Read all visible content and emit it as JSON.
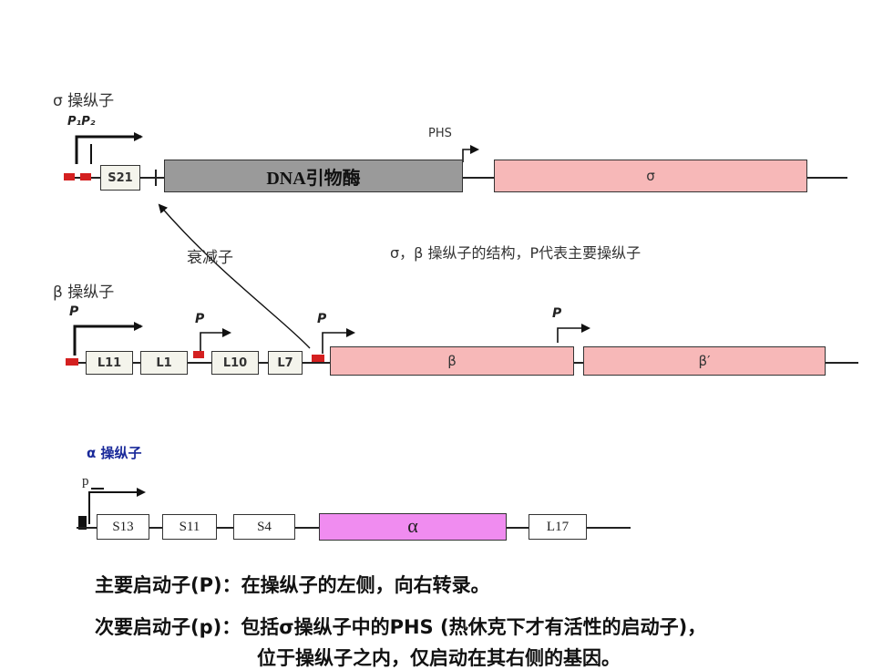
{
  "sigma": {
    "title": "σ 操纵子",
    "promoter_label": "P₁P₂",
    "phs_label": "PHS",
    "genes": [
      "S21",
      "DNA引物酶",
      "σ"
    ]
  },
  "attenuator_label": "衰减子",
  "caption": "σ，β 操纵子的结构，P代表主要操纵子",
  "beta": {
    "title": "β 操纵子",
    "promoter_labels": [
      "P",
      "P",
      "P",
      "P"
    ],
    "genes": [
      "L11",
      "L1",
      "L10",
      "L7",
      "β",
      "β′"
    ]
  },
  "alpha": {
    "title": "α 操纵子",
    "promoter_label": "p",
    "genes": [
      "S13",
      "S11",
      "S4",
      "α",
      "L17"
    ]
  },
  "notes": {
    "main": "主要启动子(P)：在操纵子的左侧，向右转录。",
    "minor_1": "次要启动子(p)：包括σ操纵子中的PHS (热休克下才有活性的启动子)，",
    "minor_2": "位于操纵子之内，仅启动在其右侧的基因。"
  }
}
